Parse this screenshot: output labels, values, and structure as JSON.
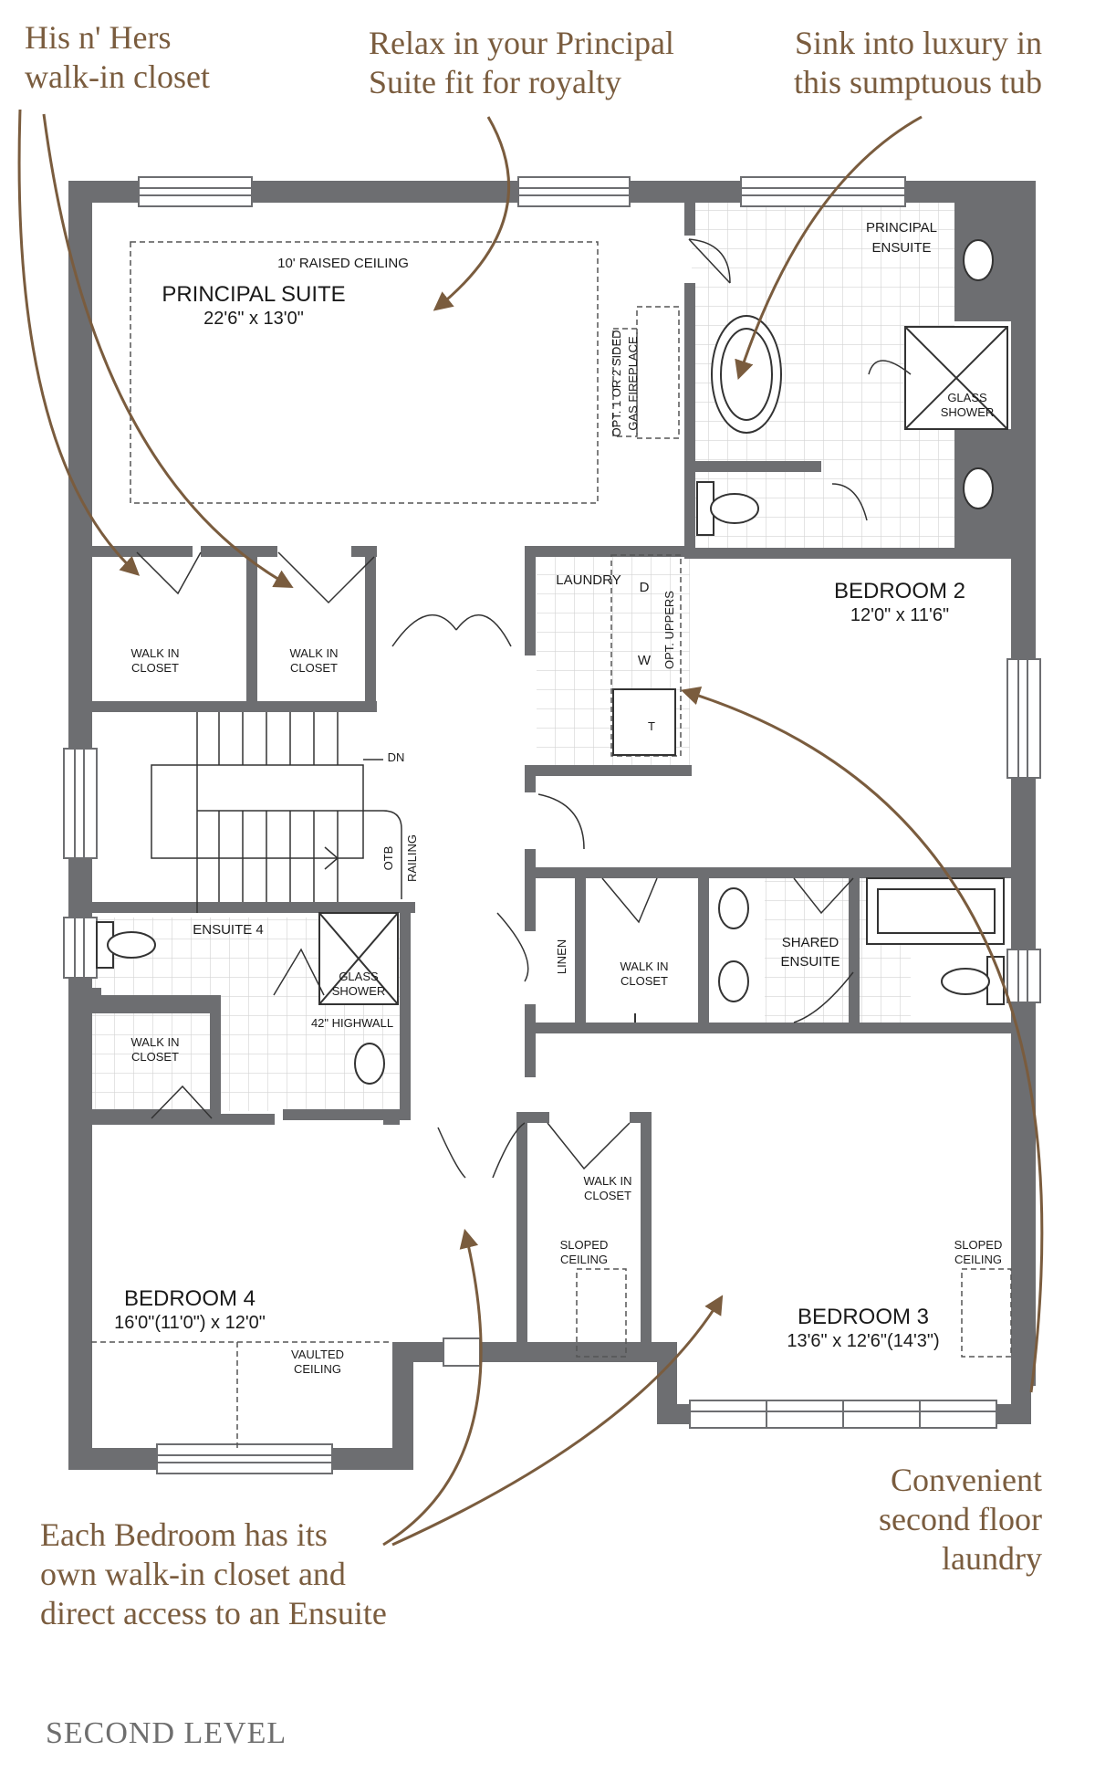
{
  "callouts": {
    "closets": "His n' Hers\nwalk-in closet",
    "suite": "Relax in your Principal\nSuite fit for royalty",
    "tub": "Sink into luxury in\nthis sumptuous tub",
    "laundry": "Convenient\nsecond floor\nlaundry",
    "bedrooms": "Each Bedroom has its\nown walk-in closet and\ndirect access to an Ensuite"
  },
  "level_title": "SECOND LEVEL",
  "rooms": {
    "principal_suite": {
      "name": "PRINCIPAL SUITE",
      "dims": "22'6\" x 13'0\"",
      "note": "10' RAISED CEILING"
    },
    "fireplace": {
      "line1": "OPT. 1 OR 2 SIDED",
      "line2": "GAS FIREPLACE"
    },
    "principal_ensuite": {
      "line1": "PRINCIPAL",
      "line2": "ENSUITE"
    },
    "glass_shower_1": {
      "line1": "GLASS",
      "line2": "SHOWER"
    },
    "wic_his": {
      "line1": "WALK IN",
      "line2": "CLOSET"
    },
    "wic_hers": {
      "line1": "WALK IN",
      "line2": "CLOSET"
    },
    "laundry": {
      "name": "LAUNDRY",
      "dryer": "D",
      "washer": "W",
      "tub": "T",
      "uppers": "OPT. UPPERS"
    },
    "bedroom2": {
      "name": "BEDROOM 2",
      "dims": "12'0\" x 11'6\""
    },
    "stairs": {
      "down": "DN",
      "otb": "OTB",
      "railing": "RAILING"
    },
    "ensuite4": {
      "name": "ENSUITE 4",
      "shower1": "GLASS",
      "shower2": "SHOWER",
      "highwall": "42\" HIGHWALL"
    },
    "wic_bed4": {
      "line1": "WALK IN",
      "line2": "CLOSET"
    },
    "linen": "LINEN",
    "wic_bed2": {
      "line1": "WALK IN",
      "line2": "CLOSET"
    },
    "shared_ensuite": {
      "line1": "SHARED",
      "line2": "ENSUITE"
    },
    "wic_bed3": {
      "line1": "WALK IN",
      "line2": "CLOSET"
    },
    "sloped_left": {
      "line1": "SLOPED",
      "line2": "CEILING"
    },
    "sloped_right": {
      "line1": "SLOPED",
      "line2": "CEILING"
    },
    "bedroom4": {
      "name": "BEDROOM 4",
      "dims": "16'0\"(11'0\") x 12'0\"",
      "note1": "VAULTED",
      "note2": "CEILING"
    },
    "bedroom3": {
      "name": "BEDROOM 3",
      "dims": "13'6\" x 12'6\"(14'3\")"
    }
  },
  "colors": {
    "wall": "#6d6e71",
    "callout": "#7a5c3e",
    "arrow": "#7a5c3e",
    "tile": "#d6d6d6"
  }
}
